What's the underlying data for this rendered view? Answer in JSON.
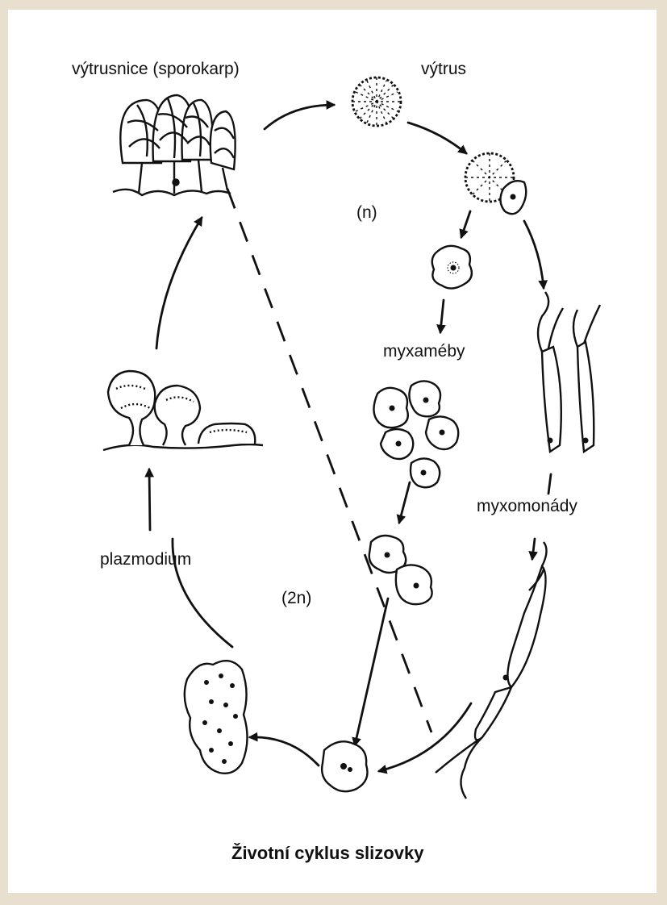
{
  "labels": {
    "sporocarp": "výtrusnice (sporokarp)",
    "spore": "výtrus",
    "haploid": "(n)",
    "myxamoebae": "myxaméby",
    "myxomonads": "myxomonády",
    "plasmodium": "plazmodium",
    "diploid": "(2n)"
  },
  "caption": "Životní cyklus slizovky",
  "colors": {
    "page_background": "#e8dfcf",
    "sheet": "#ffffff",
    "ink": "#111111"
  }
}
